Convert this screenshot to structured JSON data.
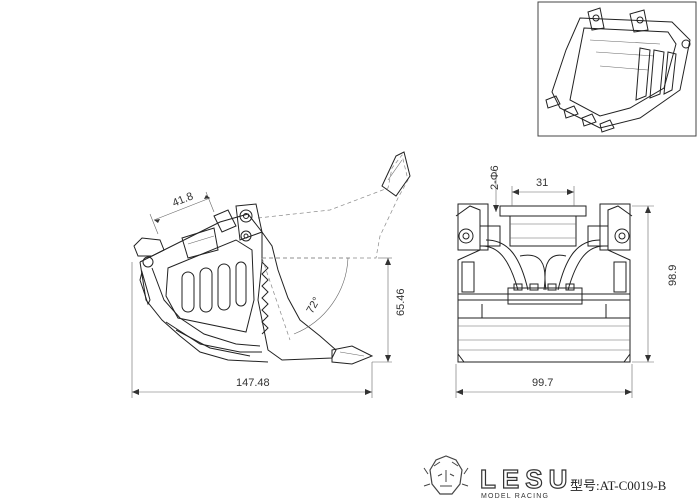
{
  "dimensions": {
    "side_top_width": "41.8",
    "side_angle": "72°",
    "side_height": "65.46",
    "side_length": "147.48",
    "front_bolt": "2-Φ6",
    "front_inner_width": "31",
    "front_height": "98.9",
    "front_width": "99.7"
  },
  "footer": {
    "brand_name": "LESU",
    "brand_subtitle": "MODEL RACING",
    "model_label": "型号:AT-C0019-B"
  }
}
